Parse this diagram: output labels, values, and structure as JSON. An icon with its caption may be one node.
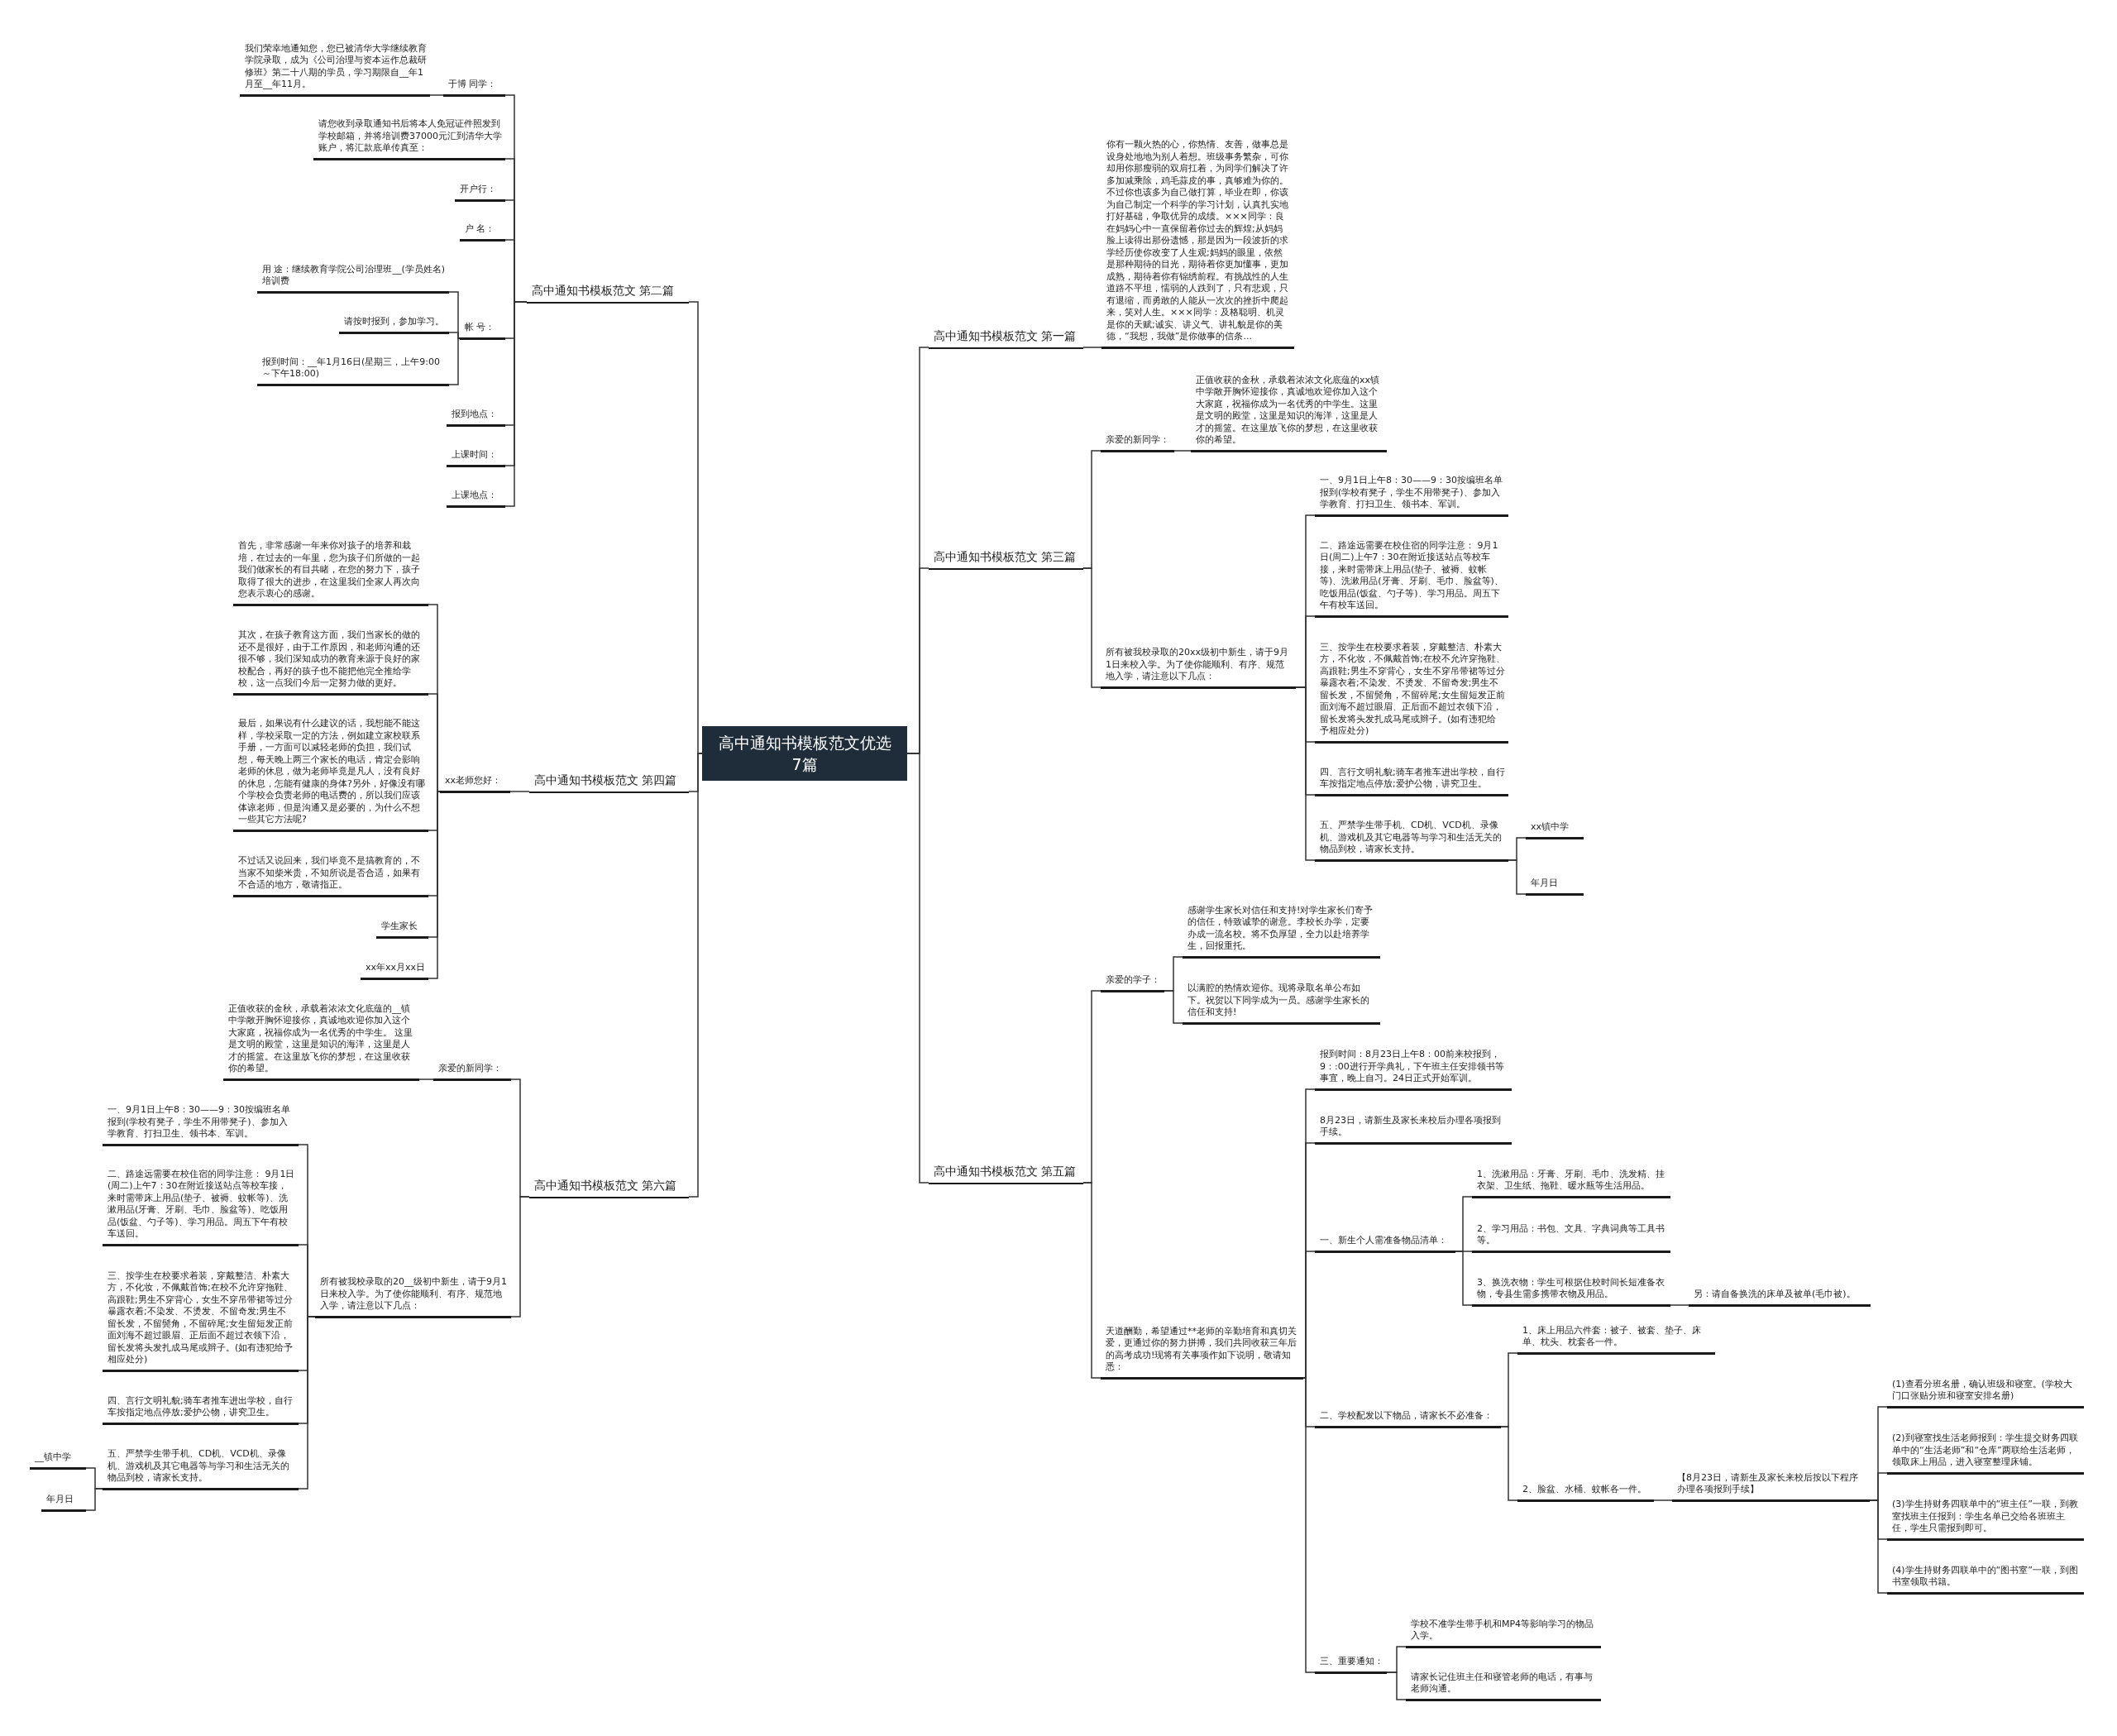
{
  "diagram": {
    "nodes": [
      {
        "text": [
          "高中通知书模板范文优选7篇"
        ]
      },
      {
        "text": [
          "高中通知书模板范文 第一篇"
        ]
      },
      {
        "text": [
          "你有一颗火热的心，你热情、友善，做事总是设身处地地为别人着想。班级事务繁杂，可你却用你那瘦弱的双肩扛着，为同学们解决了许多加减乘除，鸡毛蒜皮的事，真够难为你的。不过你也该多为自己做打算，毕业在即，你该为自己制定一个科学的学习计划，认真扎实地打好基础，争取优异的成绩。×××同学：良在妈妈心中一直保留着你过去的辉煌;从妈妈脸上读得出那份遗憾，那是因为一段波折的求学经历使你改变了人生观;妈妈的眼里，依然是那种期待的目光，期待着你更加懂事，更加成熟，期待着你有锦绣前程。有挑战性的人生道路不平坦，懦弱的人跌到了，只有悲观，只有退缩，而勇敢的人能从一次次的挫折中爬起来，笑对人生。×××同学：及格聪明、机灵是你的天赋;诚实、讲义气、讲礼貌是你的美德，“我想，我做”是你做事的信条..."
        ]
      },
      {
        "text": [
          "高中通知书模板范文 第三篇"
        ]
      },
      {
        "text": [
          "亲爱的新同学："
        ]
      },
      {
        "text": [
          "正值收获的金秋，承载着浓浓文化底蕴的xx镇中学敞开胸怀迎接你，真诚地欢迎你加入这个大家庭，祝福你成为一名优秀的中学生。这里是文明的殿堂，这里是知识的海洋，这里是人才的摇篮。在这里放飞你的梦想，在这里收获你的希望。"
        ]
      },
      {
        "text": [
          "所有被我校录取的20xx级初中新生，请于9月1日来校入学。为了使你能顺利、有序、规范地入学，请注意以下几点："
        ]
      },
      {
        "text": [
          "一、9月1日上午8：30——9：30按编班名单报到(学校有凳子，学生不用带凳子)、参加入学教育、打扫卫生、领书本、军训。"
        ]
      },
      {
        "text": [
          "二、路途远需要在校住宿的同学注意： 9月1日(周二)上午7：30在附近接送站点等校车接，来时需带床上用品(垫子、被褥、蚊帐等)、洗漱用品(牙膏、牙刷、毛巾、脸盆等)、吃饭用品(饭盆、勺子等)、学习用品。周五下午有校车送回。"
        ]
      },
      {
        "text": [
          "三、按学生在校要求着装，穿戴整洁、朴素大方，不化妆，不佩戴首饰;在校不允许穿拖鞋、高跟鞋;男生不穿背心，女生不穿吊带裙等过分暴露衣着;不染发、不烫发、不留奇发;男生不留长发，不留鬓角，不留碎尾;女生留短发正前面刘海不超过眼眉、正后面不超过衣领下沿，留长发将头发扎成马尾或辫子。(如有违犯给予相应处分)"
        ]
      },
      {
        "text": [
          "四、言行文明礼貌;骑车者推车进出学校，自行车按指定地点停放;爱护公物，讲究卫生。"
        ]
      },
      {
        "text": [
          "五、严禁学生带手机、CD机、VCD机、录像机、游戏机及其它电器等与学习和生活无关的物品到校，请家长支持。"
        ]
      },
      {
        "text": [
          "xx镇中学"
        ]
      },
      {
        "text": [
          "年月日"
        ]
      },
      {
        "text": [
          "高中通知书模板范文 第五篇"
        ]
      },
      {
        "text": [
          "亲爱的学子："
        ]
      },
      {
        "text": [
          "感谢学生家长对信任和支持!对学生家长们寄予的信任，特致诚挚的谢意。李校长办学，定要办成一流名校。将不负厚望，全力以赴培养学生，回报重托。"
        ]
      },
      {
        "text": [
          "以满腔的热情欢迎你。现将录取名单公布如下。祝贺以下同学成为一员。感谢学生家长的信任和支持!"
        ]
      },
      {
        "text": [
          "天道酬勤，希望通过**老师的辛勤培育和真切关爱，更通过你的努力拼搏，我们共同收获三年后的高考成功!现将有关事项作如下说明，敬请知悉："
        ]
      },
      {
        "text": [
          "报到时间：8月23日上午8：00前来校报到，9：:00进行开学典礼，下午班主任安排领书等事宜，晚上自习。24日正式开始军训。"
        ]
      },
      {
        "text": [
          "8月23日，请新生及家长来校后办理各项报到手续。"
        ]
      },
      {
        "text": [
          "一、新生个人需准备物品清单："
        ]
      },
      {
        "text": [
          "1、洗漱用品：牙膏、牙刷、毛巾、洗发精、挂衣架、卫生纸、拖鞋、暖水瓶等生活用品。"
        ]
      },
      {
        "text": [
          "2、学习用品：书包、文具、字典词典等工具书等。"
        ]
      },
      {
        "text": [
          "3、换洗衣物：学生可根据住校时间长短准备衣物，专县生需多携带衣物及用品。"
        ]
      },
      {
        "text": [
          "另：请自备换洗的床单及被单(毛巾被)。"
        ]
      },
      {
        "text": [
          "二、学校配发以下物品，请家长不必准备："
        ]
      },
      {
        "text": [
          "1、床上用品六件套：被子、被套、垫子、床单、枕头、枕套各一件。"
        ]
      },
      {
        "text": [
          "2、脸盆、水桶、蚊帐各一件。"
        ]
      },
      {
        "text": [
          "【8月23日，请新生及家长来校后按以下程序办理各项报到手续】"
        ]
      },
      {
        "text": [
          "(1)查看分班名册，确认班级和寝室。(学校大门口张贴分班和寝室安排名册)"
        ]
      },
      {
        "text": [
          "(2)到寝室找生活老师报到：学生提交财务四联单中的“生活老师”和“仓库”两联给生活老师，领取床上用品，进入寝室整理床铺。"
        ]
      },
      {
        "text": [
          "(3)学生持财务四联单中的“班主任”一联，到教室找班主任报到：学生名单已交给各班班主任，学生只需报到即可。"
        ]
      },
      {
        "text": [
          "(4)学生持财务四联单中的“图书室”一联，到图书室领取书籍。"
        ]
      },
      {
        "text": [
          "三、重要通知："
        ]
      },
      {
        "text": [
          "学校不准学生带手机和MP4等影响学习的物品入学。"
        ]
      },
      {
        "text": [
          "请家长记住班主任和寝管老师的电话，有事与老师沟通。"
        ]
      },
      {
        "text": [
          "高中通知书模板范文 第二篇"
        ]
      },
      {
        "text": [
          "于博 同学："
        ]
      },
      {
        "text": [
          "我们荣幸地通知您，您已被清华大学继续教育学院录取，成为《公司治理与资本运作总裁研修班》第二十八期的学员，学习期限自__年1月至__年11月。"
        ]
      },
      {
        "text": [
          "请您收到录取通知书后将本人免冠证件照发到学校邮箱，并将培训费37000元汇到清华大学账户，将汇款底单传真至："
        ]
      },
      {
        "text": [
          "开户行："
        ]
      },
      {
        "text": [
          "户 名："
        ]
      },
      {
        "text": [
          "帐 号："
        ]
      },
      {
        "text": [
          "用 途：继续教育学院公司治理班__(学员姓名)培训费"
        ]
      },
      {
        "text": [
          "请按时报到，参加学习。"
        ]
      },
      {
        "text": [
          "报到时间：__年1月16日(星期三，上午9:00～下午18:00)"
        ]
      },
      {
        "text": [
          "报到地点："
        ]
      },
      {
        "text": [
          "上课时间："
        ]
      },
      {
        "text": [
          "上课地点："
        ]
      },
      {
        "text": [
          "高中通知书模板范文 第四篇"
        ]
      },
      {
        "text": [
          "xx老师您好："
        ]
      },
      {
        "text": [
          "首先，非常感谢一年来你对孩子的培养和栽培，在过去的一年里，您为孩子们所做的一起我们做家长的有目共睹，在您的努力下，孩子取得了很大的进步，在这里我们全家人再次向您表示衷心的感谢。"
        ]
      },
      {
        "text": [
          "其次，在孩子教育这方面，我们当家长的做的还不是很好，由于工作原因，和老师沟通的还很不够，我们深知成功的教育来源于良好的家校配合，再好的孩子也不能把他完全推给学校，这一点我们今后一定努力做的更好。"
        ]
      },
      {
        "text": [
          "最后，如果说有什么建议的话，我想能不能这样，学校采取一定的方法，例如建立家校联系手册，一方面可以减轻老师的负担，我们试想，每天晚上两三个家长的电话，肯定会影响老师的休息，做为老师毕竟是凡人，没有良好的休息，怎能有健康的身体?另外，好像没有哪个学校会负责老师的电话费的，所以我们应该体谅老师，但是沟通又是必要的，为什么不想一些其它方法呢?"
        ]
      },
      {
        "text": [
          "不过话又说回来，我们毕竟不是搞教育的，不当家不知柴米贵，不知所说是否合适，如果有不合适的地方，敬请指正。"
        ]
      },
      {
        "text": [
          "学生家长"
        ]
      },
      {
        "text": [
          "xx年xx月xx日"
        ]
      },
      {
        "text": [
          "高中通知书模板范文 第六篇"
        ]
      },
      {
        "text": [
          "亲爱的新同学："
        ]
      },
      {
        "text": [
          "正值收获的金秋，承载着浓浓文化底蕴的__镇中学敞开胸怀迎接你，真诚地欢迎你加入这个大家庭，祝福你成为一名优秀的中学生。 这里是文明的殿堂，这里是知识的海洋，这里是人才的摇篮。在这里放飞你的梦想，在这里收获你的希望。"
        ]
      },
      {
        "text": [
          "所有被我校录取的20__级初中新生，请于9月1日来校入学。为了使你能顺利、有序、规范地入学，请注意以下几点："
        ]
      },
      {
        "text": [
          "一、9月1日上午8：30——9：30按编班名单报到(学校有凳子，学生不用带凳子)、参加入学教育、打扫卫生、领书本、军训。"
        ]
      },
      {
        "text": [
          "二、路途远需要在校住宿的同学注意： 9月1日(周二)上午7：30在附近接送站点等校车接，来时需带床上用品(垫子、被褥、蚊帐等)、洗漱用品(牙膏、牙刷、毛巾、脸盆等)、吃饭用品(饭盆、勺子等)、学习用品。周五下午有校车送回。"
        ]
      },
      {
        "text": [
          "三、按学生在校要求着装，穿戴整洁、朴素大方，不化妆，不佩戴首饰;在校不允许穿拖鞋、高跟鞋;男生不穿背心，女生不穿吊带裙等过分暴露衣着;不染发、不烫发、不留奇发;男生不留长发，不留鬓角，不留碎尾;女生留短发正前面刘海不超过眼眉、正后面不超过衣领下沿，留长发将头发扎成马尾或辫子。(如有违犯给予相应处分)"
        ]
      },
      {
        "text": [
          "四、言行文明礼貌;骑车者推车进出学校，自行车按指定地点停放;爱护公物，讲究卫生。"
        ]
      },
      {
        "text": [
          "五、严禁学生带手机、CD机、VCD机、录像机、游戏机及其它电器等与学习和生活无关的物品到校，请家长支持。"
        ]
      },
      {
        "text": [
          "__镇中学"
        ]
      },
      {
        "text": [
          "年月日"
        ]
      }
    ],
    "edges": [
      {
        "from": 0,
        "to": 1,
        "arrow": "none"
      },
      {
        "from": 1,
        "to": 2,
        "arrow": "none"
      },
      {
        "from": 0,
        "to": 3,
        "arrow": "none"
      },
      {
        "from": 3,
        "to": 4,
        "arrow": "none"
      },
      {
        "from": 4,
        "to": 5,
        "arrow": "none"
      },
      {
        "from": 3,
        "to": 6,
        "arrow": "none"
      },
      {
        "from": 6,
        "to": 7,
        "arrow": "none"
      },
      {
        "from": 6,
        "to": 8,
        "arrow": "none"
      },
      {
        "from": 6,
        "to": 9,
        "arrow": "none"
      },
      {
        "from": 6,
        "to": 10,
        "arrow": "none"
      },
      {
        "from": 6,
        "to": 11,
        "arrow": "none"
      },
      {
        "from": 11,
        "to": 12,
        "arrow": "none"
      },
      {
        "from": 11,
        "to": 13,
        "arrow": "none"
      },
      {
        "from": 0,
        "to": 14,
        "arrow": "none"
      },
      {
        "from": 14,
        "to": 15,
        "arrow": "none"
      },
      {
        "from": 15,
        "to": 16,
        "arrow": "none"
      },
      {
        "from": 15,
        "to": 17,
        "arrow": "none"
      },
      {
        "from": 14,
        "to": 18,
        "arrow": "none"
      },
      {
        "from": 18,
        "to": 19,
        "arrow": "none"
      },
      {
        "from": 18,
        "to": 20,
        "arrow": "none"
      },
      {
        "from": 18,
        "to": 21,
        "arrow": "none"
      },
      {
        "from": 21,
        "to": 22,
        "arrow": "none"
      },
      {
        "from": 21,
        "to": 23,
        "arrow": "none"
      },
      {
        "from": 21,
        "to": 24,
        "arrow": "none"
      },
      {
        "from": 24,
        "to": 25,
        "arrow": "none"
      },
      {
        "from": 18,
        "to": 26,
        "arrow": "none"
      },
      {
        "from": 26,
        "to": 27,
        "arrow": "none"
      },
      {
        "from": 26,
        "to": 28,
        "arrow": "none"
      },
      {
        "from": 28,
        "to": 29,
        "arrow": "none"
      },
      {
        "from": 29,
        "to": 30,
        "arrow": "none"
      },
      {
        "from": 29,
        "to": 31,
        "arrow": "none"
      },
      {
        "from": 29,
        "to": 32,
        "arrow": "none"
      },
      {
        "from": 29,
        "to": 33,
        "arrow": "none"
      },
      {
        "from": 18,
        "to": 34,
        "arrow": "none"
      },
      {
        "from": 34,
        "to": 35,
        "arrow": "none"
      },
      {
        "from": 34,
        "to": 36,
        "arrow": "none"
      },
      {
        "from": 0,
        "to": 37,
        "arrow": "none"
      },
      {
        "from": 37,
        "to": 38,
        "arrow": "none"
      },
      {
        "from": 38,
        "to": 39,
        "arrow": "none"
      },
      {
        "from": 37,
        "to": 40,
        "arrow": "none"
      },
      {
        "from": 37,
        "to": 41,
        "arrow": "none"
      },
      {
        "from": 37,
        "to": 42,
        "arrow": "none"
      },
      {
        "from": 37,
        "to": 43,
        "arrow": "none"
      },
      {
        "from": 43,
        "to": 44,
        "arrow": "none"
      },
      {
        "from": 43,
        "to": 45,
        "arrow": "none"
      },
      {
        "from": 43,
        "to": 46,
        "arrow": "none"
      },
      {
        "from": 37,
        "to": 47,
        "arrow": "none"
      },
      {
        "from": 37,
        "to": 48,
        "arrow": "none"
      },
      {
        "from": 37,
        "to": 49,
        "arrow": "none"
      },
      {
        "from": 0,
        "to": 50,
        "arrow": "none"
      },
      {
        "from": 50,
        "to": 51,
        "arrow": "none"
      },
      {
        "from": 51,
        "to": 52,
        "arrow": "none"
      },
      {
        "from": 51,
        "to": 53,
        "arrow": "none"
      },
      {
        "from": 51,
        "to": 54,
        "arrow": "none"
      },
      {
        "from": 51,
        "to": 55,
        "arrow": "none"
      },
      {
        "from": 51,
        "to": 56,
        "arrow": "none"
      },
      {
        "from": 51,
        "to": 57,
        "arrow": "none"
      },
      {
        "from": 0,
        "to": 58,
        "arrow": "none"
      },
      {
        "from": 58,
        "to": 59,
        "arrow": "none"
      },
      {
        "from": 59,
        "to": 60,
        "arrow": "none"
      },
      {
        "from": 58,
        "to": 61,
        "arrow": "none"
      },
      {
        "from": 61,
        "to": 62,
        "arrow": "none"
      },
      {
        "from": 61,
        "to": 63,
        "arrow": "none"
      },
      {
        "from": 61,
        "to": 64,
        "arrow": "none"
      },
      {
        "from": 61,
        "to": 65,
        "arrow": "none"
      },
      {
        "from": 61,
        "to": 66,
        "arrow": "none"
      },
      {
        "from": 66,
        "to": 67,
        "arrow": "none"
      },
      {
        "from": 66,
        "to": 68,
        "arrow": "none"
      }
    ]
  }
}
